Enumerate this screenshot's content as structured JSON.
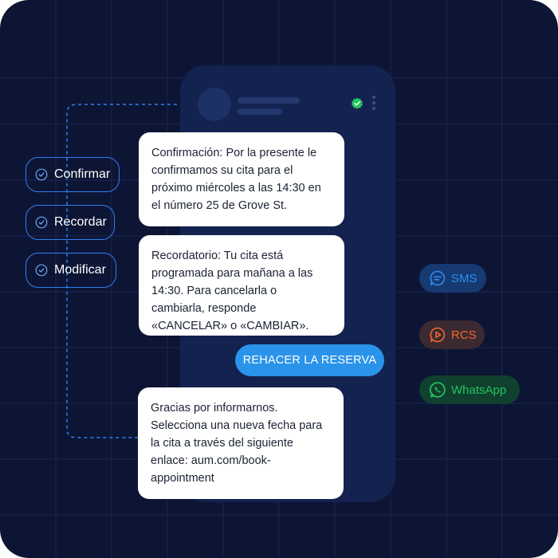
{
  "options": [
    {
      "label": "Confirmar"
    },
    {
      "label": "Recordar"
    },
    {
      "label": "Modificar"
    }
  ],
  "messages": {
    "confirmation": "Confirmación: Por la presente le confirmamos su cita para el próximo miércoles a las 14:30 en el número 25 de Grove St.",
    "reminder": "Recordatorio: Tu cita está programada para mañana a las 14:30. Para cancelarla o cambiarla, responde «CANCELAR» o «CAMBIAR».",
    "reply": "REHACER LA RESERVA",
    "followup": "Gracias por informarnos. Selecciona una nueva fecha para la cita a través del siguiente enlace: aum.com/book-appointment"
  },
  "channels": [
    {
      "label": "SMS",
      "icon": "chat-bubble-icon",
      "color": "#2c8ef0"
    },
    {
      "label": "RCS",
      "icon": "rcs-play-icon",
      "color": "#f0692c"
    },
    {
      "label": "WhatsApp",
      "icon": "whatsapp-icon",
      "color": "#22c55e"
    }
  ],
  "colors": {
    "background": "#0d1535",
    "phone": "#13224f",
    "accent": "#2e7ff0",
    "reply_button": "#2a93ea",
    "verified": "#22c55e"
  }
}
